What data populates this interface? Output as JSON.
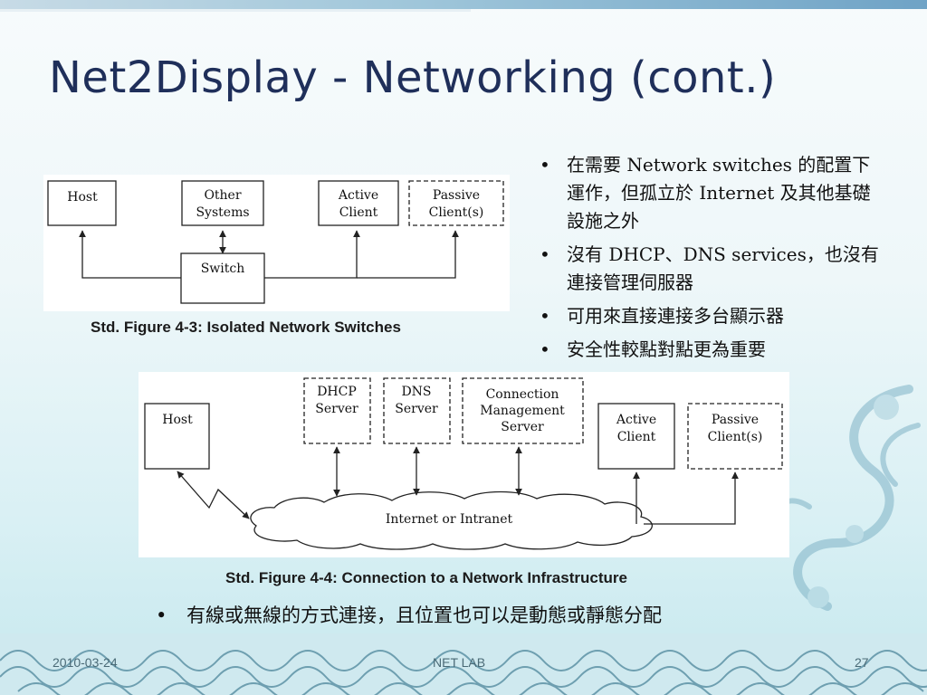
{
  "slide": {
    "title": "Net2Display - Networking (cont.)",
    "bullets": [
      "在需要 Network switches 的配置下運作，但孤立於 Internet 及其他基礎設施之外",
      "沒有 DHCP、DNS services，也沒有連接管理伺服器",
      "可用來直接連接多台顯示器",
      "安全性較點對點更為重要"
    ],
    "bullet_symbol": "•",
    "bottom_bullet": "有線或無線的方式連接，且位置也可以是動態或靜態分配"
  },
  "figure1": {
    "caption": "Std. Figure 4-3: Isolated Network Switches",
    "host": "Host",
    "other_line1": "Other",
    "other_line2": "Systems",
    "active_line1": "Active",
    "active_line2": "Client",
    "passive_line1": "Passive",
    "passive_line2": "Client(s)",
    "switch": "Switch"
  },
  "figure2": {
    "caption": "Std. Figure 4-4: Connection to a Network Infrastructure",
    "host": "Host",
    "dhcp_line1": "DHCP",
    "dhcp_line2": "Server",
    "dns_line1": "DNS",
    "dns_line2": "Server",
    "cms_line1": "Connection",
    "cms_line2": "Management",
    "cms_line3": "Server",
    "active_line1": "Active",
    "active_line2": "Client",
    "passive_line1": "Passive",
    "passive_line2": "Client(s)",
    "cloud": "Internet or Intranet"
  },
  "footer": {
    "date": "2010-03-24",
    "lab": "NET LAB",
    "page": "27"
  }
}
